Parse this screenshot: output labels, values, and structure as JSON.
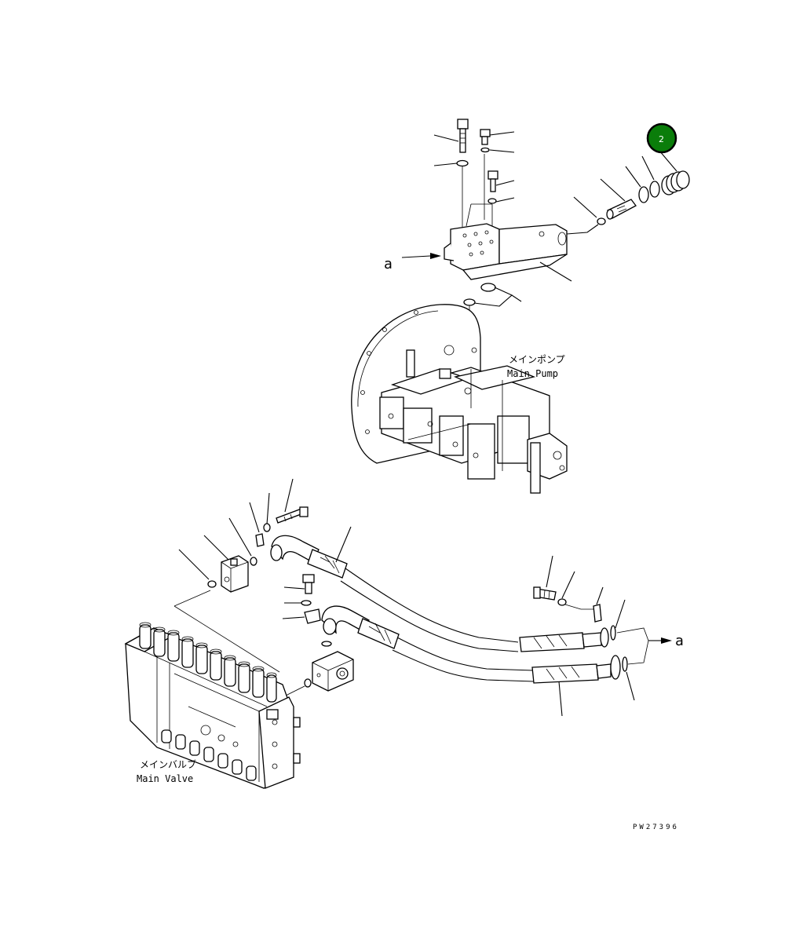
{
  "callout": {
    "number": "2",
    "color": "#0a7d0a"
  },
  "labels": {
    "ref_a_top": "a",
    "ref_a_right": "a",
    "main_pump_jp": "メインポンプ",
    "main_pump_en": "Main Pump",
    "main_valve_jp": "メインバルブ",
    "main_valve_en": "Main Valve",
    "drawing_code": "PW27396"
  }
}
